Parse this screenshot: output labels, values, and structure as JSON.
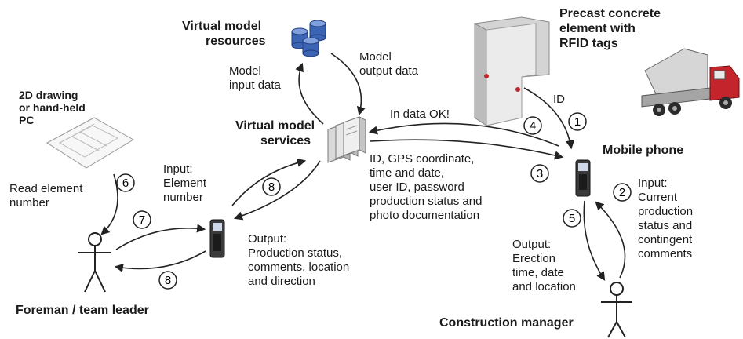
{
  "labels": {
    "virtual_model_resources": [
      "Virtual model",
      "resources"
    ],
    "model_input_data": [
      "Model",
      "input data"
    ],
    "model_output_data": [
      "Model",
      "output data"
    ],
    "virtual_model_services": [
      "Virtual model",
      "services"
    ],
    "precast_element": [
      "Precast concrete",
      "element with",
      "RFID tags"
    ],
    "id": "ID",
    "in_data_ok": "In data OK!",
    "mobile_phone": "Mobile phone",
    "drawing_pc": [
      "2D drawing",
      "or hand-held",
      "PC"
    ],
    "read_element_number": [
      "Read element",
      "number"
    ],
    "input_element_number": [
      "Input:",
      "Element",
      "number"
    ],
    "data_sent": [
      "ID, GPS coordinate,",
      "time and date,",
      "user ID, password",
      "production status and",
      "photo documentation"
    ],
    "input_current_production": [
      "Input:",
      "Current",
      "production",
      "status and",
      "contingent",
      "comments"
    ],
    "output_erection": [
      "Output:",
      "Erection",
      "time, date",
      "and location"
    ],
    "output_production": [
      "Output:",
      "Production status,",
      "comments, location",
      "and direction"
    ],
    "foreman": "Foreman / team leader",
    "construction_manager": "Construction manager"
  },
  "steps": [
    "1",
    "2",
    "3",
    "4",
    "5",
    "6",
    "7",
    "8",
    "8"
  ],
  "colors": {
    "line": "#222222",
    "database": "#3b64b4",
    "concrete": "#e6e6e6",
    "rfid_tag": "#c0262c",
    "truck_cab": "#c4242c"
  }
}
